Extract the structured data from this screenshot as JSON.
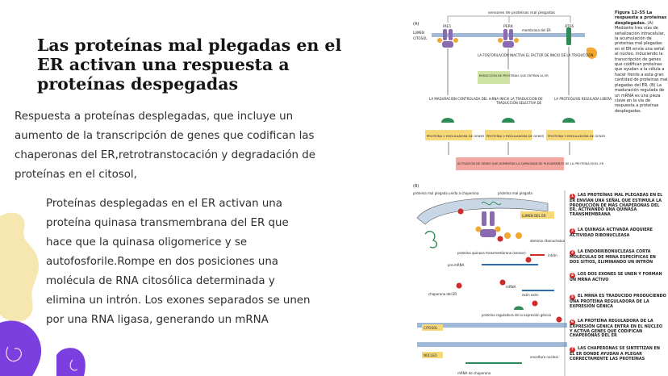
{
  "slide": {
    "title": "Las proteínas mal plegadas en el ER activan una respuesta a proteínas despegadas",
    "paragraph1": "Respuesta a proteínas desplegadas, que incluye un aumento de la transcripción de genes que codifican las chaperonas del ER,retrotranstocación y degradación de proteínas en el citosol,",
    "paragraph2": "Proteínas desplegadas en el ER activan una proteína quinasa transmembrana del ER que hace que la quinasa oligomerice y se autofosforile.Rompe en dos posiciones una molécula de RNA citosólica determinada y elimina un intrón. Los exones separados se unen por una RNA ligasa, generando un mRNA"
  },
  "colors": {
    "accent_yellow": "#f6e7b0",
    "accent_purple": "#7b3fe0",
    "green": "#2e8b57",
    "purple_protein": "#8a6ab0",
    "orange_p": "#f0a830",
    "red_box": "#f4a6a0"
  },
  "figure": {
    "caption_title": "Figura 12–55 La respuesta a proteínas desplegadas.",
    "caption_body": "(A) Mediante tres vías de señalización intracelular, la acumulación de proteínas mal plegadas en el ER envía una señal al núcleo, induciendo la transcripción de genes que codifican proteínas que ayudan a la célula a hacer frente a esta gran cantidad de proteínas mal plegadas del ER. (B) La maduración regulada de un mRNA es una pieza clave en la vía de respuesta a proteínas desplegadas.",
    "panel_a": {
      "label": "(A)",
      "sensors": "sensores de proteínas mal plegadas",
      "lumen": "LUMEN",
      "citosol": "CITOSOL",
      "membrane": "membrana del ER",
      "ire1": "IRE1",
      "perk": "PERK",
      "atf6": "ATF6",
      "p": "P",
      "inactivation": "LA FOSFORILACIÓN INACTIVA EL FACTOR DE INICIO DE LA TRADUCCIÓN",
      "reduction": "REDUCCIÓN DE PROTEÍNAS QUE ENTRAN AL ER",
      "maturation": "LA MADURACIÓN CONTROLADA DEL mRNA INICIA LA TRADUCCIÓN DE",
      "selective": "TRADUCCIÓN SELECTIVA DE",
      "proteolysis": "LA PROTEÓLISIS REGULADA LIBERA",
      "regulator1": "PROTEÍNA 1 REGULADORA DE GENES",
      "regulator2": "PROTEÍNA 2 REGULADORA DE GENES",
      "regulator3": "PROTEÍNA 3 REGULADORA DE GENES",
      "activation": "ACTIVACIÓN DE GENES QUE AUMENTAN LA CAPACIDAD DE PLEGAMIENTO DE LA PROTEÍNA EN EL ER"
    },
    "panel_b": {
      "label": "(B)",
      "misfolded_bound": "proteína mal plegada unida a chaperona",
      "misfolded": "proteína mal plegada",
      "lumen": "LUMEN DEL ER",
      "kinase": "proteína quinasa transmembrana (sensor)",
      "ribonuclease": "dominio ribonucleasa",
      "intron": "intrón",
      "pre_mrna": "pre-mRNA",
      "mrna": "mRNA",
      "exon": "exón exón",
      "chaperone": "chaperona del ER",
      "regulator": "proteína reguladora de la expresión génica",
      "citosol": "CITOSOL",
      "nucleo": "NÚCLEO",
      "envelope": "envoltura nuclear",
      "mrna_chaperone": "mRNA de chaperona",
      "p": "P"
    },
    "legend": [
      {
        "num": "1",
        "text": "LAS PROTEÍNAS MAL PLEGADAS EN EL ER ENVÍAN UNA SEÑAL QUE ESTIMULA LA PRODUCCIÓN DE MÁS CHAPERONAS DEL ER, ACTIVANDO UNA QUINASA TRANSMEMBRANA"
      },
      {
        "num": "2",
        "text": "LA QUINASA ACTIVADA ADQUIERE ACTIVIDAD RIBONUCLEASA"
      },
      {
        "num": "3",
        "text": "LA ENDORRIBONUCLEASA CORTA MOLÉCULAS DE mRNA ESPECÍFICAS EN DOS SITIOS, ELIMINANDO UN INTRÓN"
      },
      {
        "num": "4",
        "text": "LOS DOS EXONES SE UNEN Y FORMAN UN mRNA ACTIVO"
      },
      {
        "num": "5",
        "text": "EL mRNA ES TRADUCIDO PRODUCIENDO UNA PROTEÍNA REGULADORA DE LA EXPRESIÓN GÉNICA"
      },
      {
        "num": "6",
        "text": "LA PROTEÍNA REGULADORA DE LA EXPRESIÓN GÉNICA ENTRA EN EL NÚCLEO Y ACTIVA GENES QUE CODIFICAN CHAPERONAS DEL ER"
      },
      {
        "num": "7",
        "text": "LAS CHAPERONAS SE SINTETIZAN EN EL ER DONDE AYUDAN A PLEGAR CORRECTAMENTE LAS PROTEÍNAS"
      }
    ]
  }
}
